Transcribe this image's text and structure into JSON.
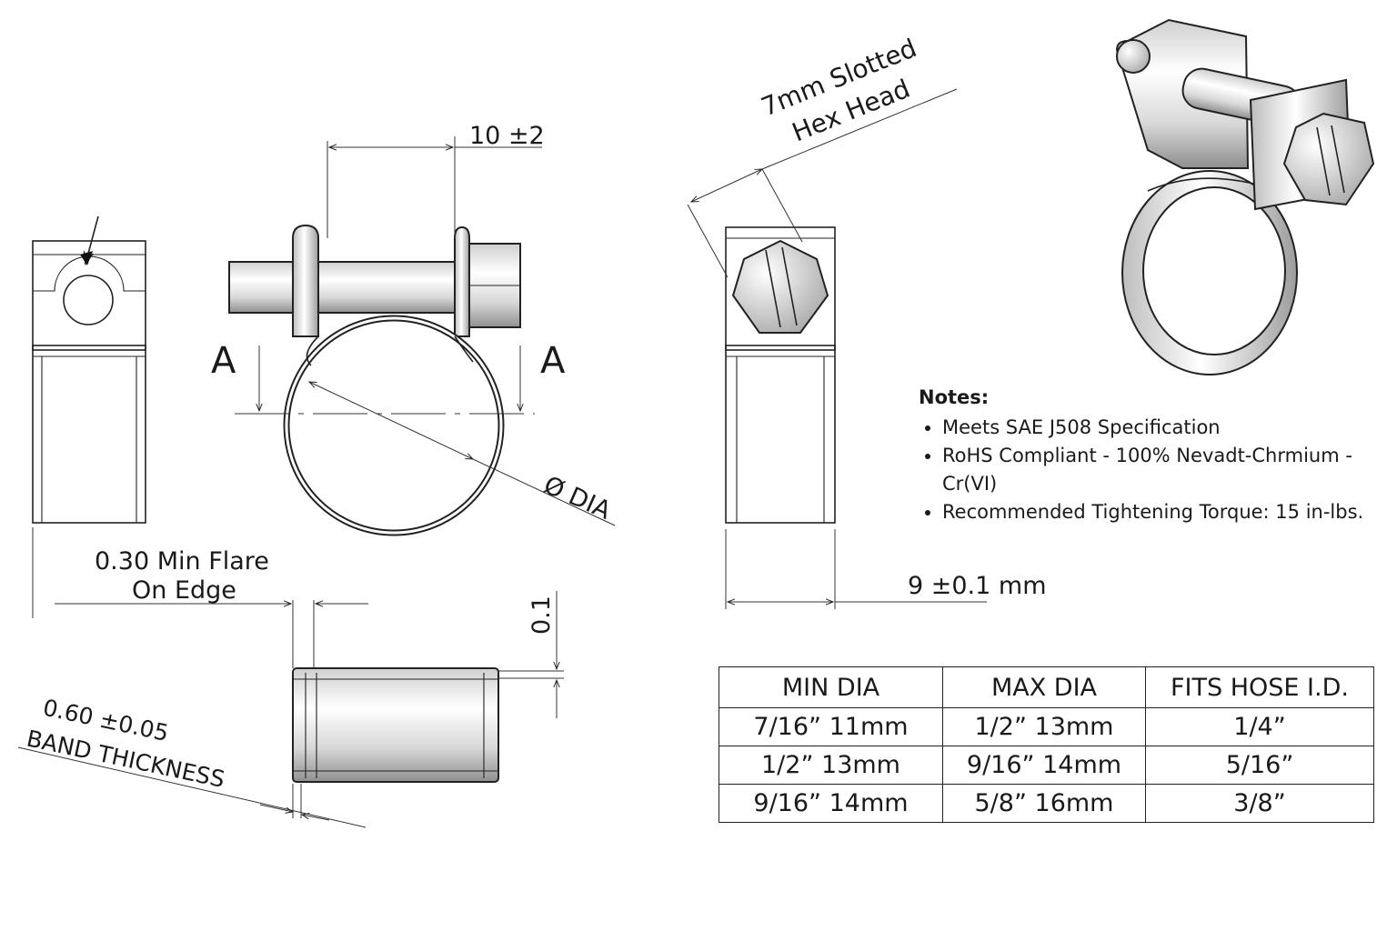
{
  "labels": {
    "section_a_left": "A",
    "section_a_right": "A",
    "width_tolerance": "10 ±2",
    "diameter": "Ø DIA",
    "flare": "0.30 Min Flare",
    "flare_line2": "On Edge",
    "flare_height": "0.1",
    "band_thickness": "0.60 ±0.05",
    "band_thickness_line2": "BAND THICKNESS",
    "hex_head": "7mm Slotted",
    "hex_head_line2": "Hex Head",
    "band_width": "9 ±0.1 mm"
  },
  "notes": {
    "title": "Notes:",
    "items": [
      "Meets SAE J508 Specification",
      "RoHS Compliant - 100% Nevadt-Chrmium - Cr(VI)",
      "Recommended Tightening Torque: 15 in-lbs."
    ]
  },
  "table": {
    "headers": [
      "MIN DIA",
      "MAX DIA",
      "FITS HOSE I.D."
    ],
    "rows": [
      [
        "7/16”   11mm",
        "1/2”  13mm",
        "1/4”"
      ],
      [
        "1/2”   13mm",
        "9/16”  14mm",
        "5/16”"
      ],
      [
        "9/16”   14mm",
        "5/8”  16mm",
        "3/8”"
      ]
    ]
  },
  "colors": {
    "line": "#222222",
    "metal_light": "#f2f2f2",
    "metal_dark": "#9a9a9a"
  }
}
